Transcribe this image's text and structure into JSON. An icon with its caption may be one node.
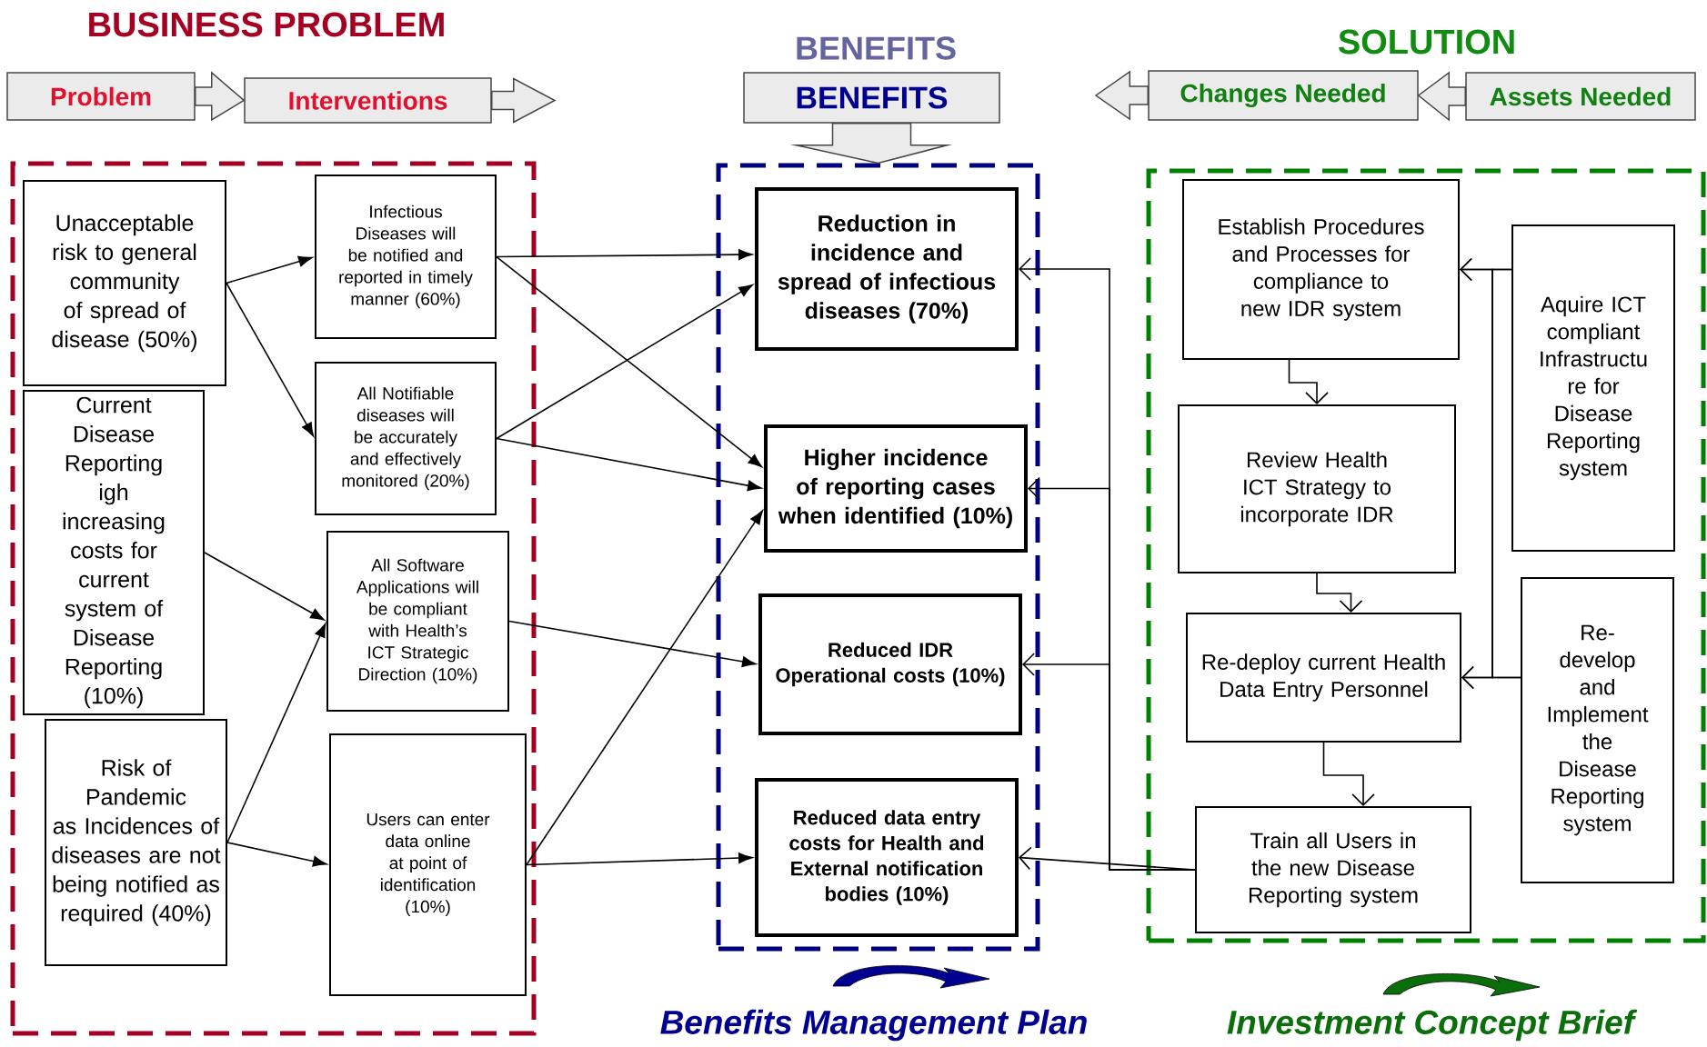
{
  "diagram": {
    "nodes": [
      {
        "text": [
          "Problem"
        ]
      },
      {
        "text": [
          "Interventions"
        ]
      },
      {
        "text": [
          "BENEFITS"
        ]
      },
      {
        "text": [
          "Changes Needed"
        ]
      },
      {
        "text": [
          "Assets Needed"
        ]
      },
      {
        "text": [],
        "shape": "box"
      },
      {
        "text": [
          "Unacceptable risk to general community of spread of disease (50%)"
        ],
        "in": 5
      },
      {
        "text": [
          "Infectious Diseases will be notified and reported in timely manner (60%)"
        ],
        "in": 5
      },
      {
        "text": [
          "All Notifiable diseases will be accurately and effectively monitored (20%)"
        ],
        "in": 5
      },
      {
        "text": [
          "Current Disease Reporting igh increasing costs for current system of Disease Reporting (10%)"
        ],
        "in": 5
      },
      {
        "text": [
          "All Software Applications will be compliant with Health’s ICT Strategic Direction (10%)"
        ],
        "in": 5
      },
      {
        "text": [
          "Risk of Pandemic as Incidences of diseases are not being notified as required (40%)"
        ],
        "in": 5
      },
      {
        "text": [
          "Users can enter data online at point of identification (10%)"
        ],
        "in": 5
      },
      {
        "text": [],
        "shape": "box"
      },
      {
        "text": [
          "Reduction in incidence and spread of infectious diseases (70%)"
        ],
        "in": 13
      },
      {
        "text": [
          "Higher incidence of reporting cases when identified (10%)"
        ],
        "in": 13
      },
      {
        "text": [
          "Reduced IDR Operational costs (10%)"
        ],
        "in": 13
      },
      {
        "text": [
          "Reduced data entry costs for Health and External notification bodies (10%)"
        ],
        "in": 13
      },
      {
        "text": [],
        "shape": "box"
      },
      {
        "text": [
          "Establish Procedures and Processes for compliance to new IDR system"
        ],
        "in": 18
      },
      {
        "text": [
          "Review Health ICT Strategy to incorporate IDR"
        ],
        "in": 18
      },
      {
        "text": [
          "Re-deploy current Health Data Entry Personnel"
        ],
        "in": 18
      },
      {
        "text": [
          "Train all Users in the new Disease Reporting system"
        ],
        "in": 18
      },
      {
        "text": [
          "Aquire ICT compliant Infrastructu re for Disease Reporting system"
        ],
        "in": 18
      },
      {
        "text": [
          "Re-develop and Implement the Disease Reporting system"
        ],
        "in": 18
      }
    ],
    "edges": [
      {
        "from": 6,
        "to": 7,
        "arrow": "to"
      },
      {
        "from": 6,
        "to": 8,
        "arrow": "to"
      },
      {
        "from": 9,
        "to": 10,
        "arrow": "to"
      },
      {
        "from": 11,
        "to": 10,
        "arrow": "to"
      },
      {
        "from": 11,
        "to": 12,
        "arrow": "to"
      },
      {
        "from": 7,
        "to": 14,
        "arrow": "to"
      },
      {
        "from": 7,
        "to": 15,
        "arrow": "to"
      },
      {
        "from": 8,
        "to": 14,
        "arrow": "to"
      },
      {
        "from": 8,
        "to": 15,
        "arrow": "to"
      },
      {
        "from": 10,
        "to": 16,
        "arrow": "to"
      },
      {
        "from": 12,
        "to": 15,
        "arrow": "to"
      },
      {
        "from": 12,
        "to": 17,
        "arrow": "to"
      },
      {
        "from": 22,
        "to": 14,
        "arrow": "to"
      },
      {
        "from": 22,
        "to": 15,
        "arrow": "to"
      },
      {
        "from": 22,
        "to": 16,
        "arrow": "to"
      },
      {
        "from": 22,
        "to": 17,
        "arrow": "to"
      },
      {
        "from": 23,
        "to": 19,
        "arrow": "to"
      },
      {
        "from": 23,
        "to": 21,
        "arrow": "to"
      },
      {
        "from": 24,
        "to": 19,
        "arrow": "to"
      },
      {
        "from": 24,
        "to": 21,
        "arrow": "to"
      },
      {
        "from": 19,
        "to": 20,
        "arrow": "to"
      },
      {
        "from": 20,
        "to": 21,
        "arrow": "to"
      },
      {
        "from": 21,
        "to": 22,
        "arrow": "to"
      },
      {
        "from": 0,
        "to": 1,
        "arrow": "to"
      },
      {
        "from": 1,
        "to": null,
        "arrow": "to"
      },
      {
        "from": 2,
        "to": 13,
        "arrow": "to"
      },
      {
        "from": 3,
        "to": null,
        "arrow": "to"
      },
      {
        "from": 4,
        "to": 3,
        "arrow": "to"
      }
    ],
    "labels": [
      "BUSINESS PROBLEM",
      "BENEFITS",
      "SOLUTION",
      "Benefits Management Plan",
      "Investment Concept Brief"
    ]
  }
}
